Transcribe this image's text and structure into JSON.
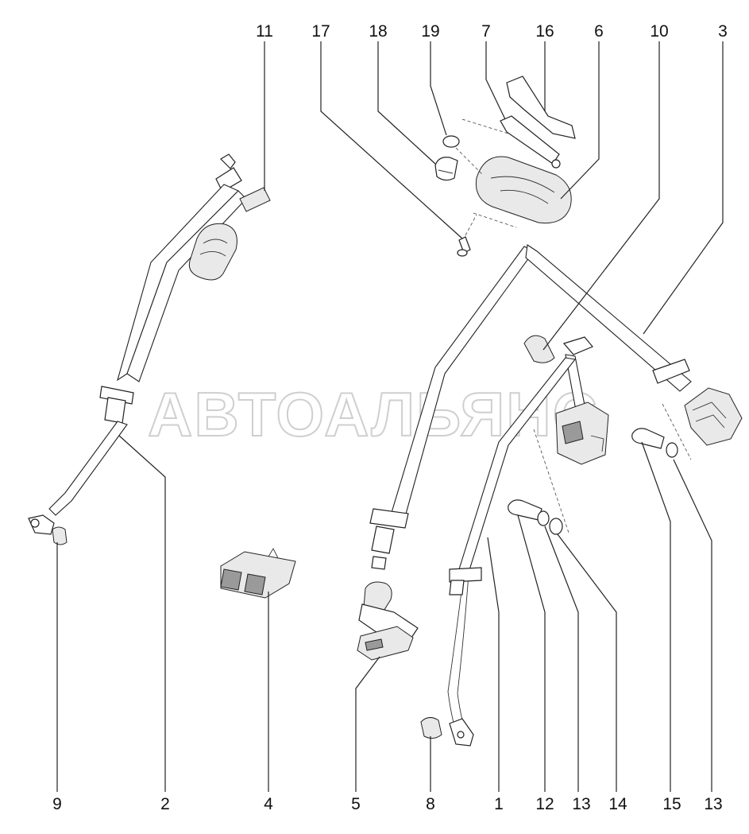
{
  "watermark": "АВТОАЛЬЯНС",
  "callouts_top": [
    "11",
    "17",
    "18",
    "19",
    "7",
    "16",
    "6",
    "10",
    "3"
  ],
  "callouts_bottom": [
    "9",
    "2",
    "4",
    "5",
    "8",
    "1",
    "12",
    "13",
    "14",
    "15",
    "13"
  ]
}
